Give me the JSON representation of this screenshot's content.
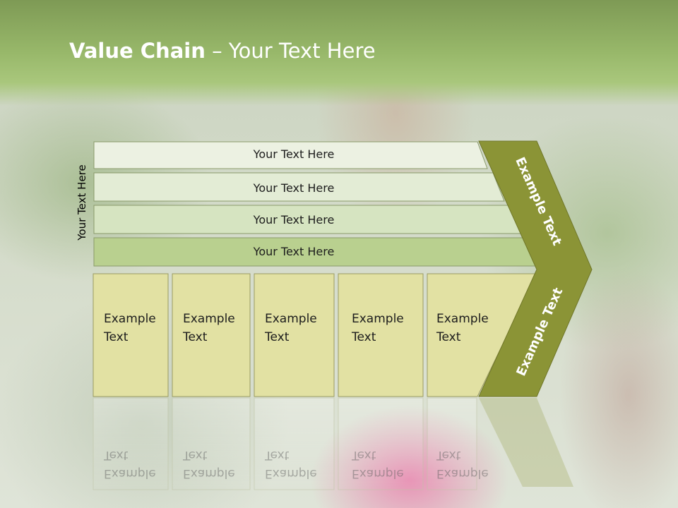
{
  "slide": {
    "title_bold": "Value Chain",
    "title_rest": " – Your Text Here",
    "side_label": "Your Text Here"
  },
  "bars": [
    {
      "label": "Your Text Here"
    },
    {
      "label": "Your Text Here"
    },
    {
      "label": "Your Text Here"
    },
    {
      "label": "Your Text Here"
    }
  ],
  "boxes": [
    {
      "line1": "Example",
      "line2": "Text"
    },
    {
      "line1": "Example",
      "line2": "Text"
    },
    {
      "line1": "Example",
      "line2": "Text"
    },
    {
      "line1": "Example",
      "line2": "Text"
    },
    {
      "line1": "Example",
      "line2": "Text"
    }
  ],
  "arrow": {
    "upper_text": "Example Text",
    "lower_text": "Example Text"
  },
  "colors": {
    "header": "#98b86a",
    "arrow": "#8b9436",
    "box_fill": "#e2e1a3",
    "bar_fills": [
      "#ecf1e2",
      "#e3ecd5",
      "#d6e4c1",
      "#b9d08f"
    ]
  }
}
